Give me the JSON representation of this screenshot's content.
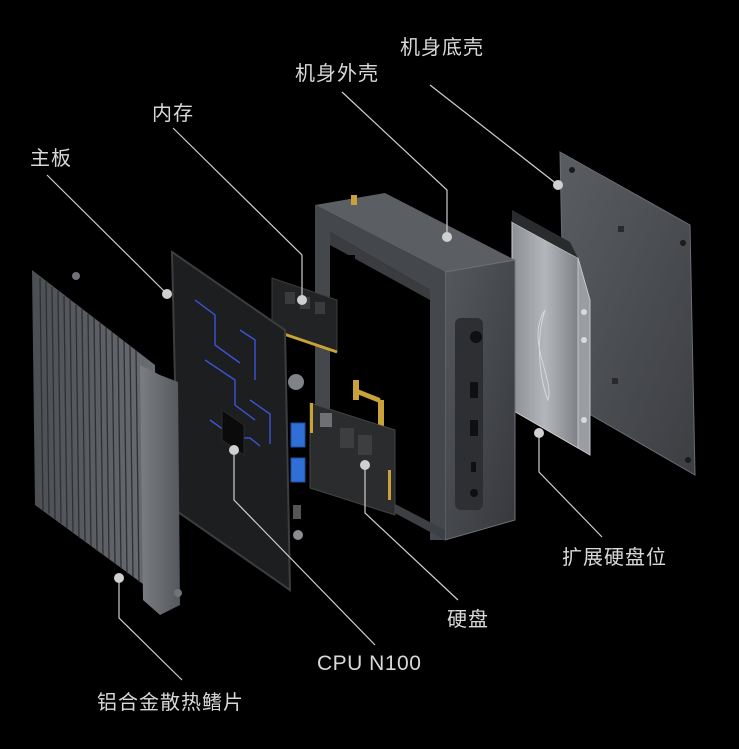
{
  "diagram": {
    "type": "exploded-view",
    "subject": "mini PC",
    "background_color": "#000000",
    "label_color": "#d9d9d9",
    "leader_line_color": "#cfcfcf",
    "accent_colors": {
      "usb_blue": "#2f6fd6",
      "pcb_trace_blue": "#3a55d8",
      "gold_contacts": "#c9a23a",
      "chassis_gray": "#4a4d52",
      "heatsink_gray": "#5c5f64",
      "hdd_silver": "#a7aaae",
      "cover_gray": "#505357"
    }
  },
  "labels": {
    "bottom_cover": "机身底壳",
    "outer_shell": "机身外壳",
    "memory": "内存",
    "motherboard": "主板",
    "expansion_drive_bay": "扩展硬盘位",
    "ssd": "硬盘",
    "cpu": "CPU N100",
    "heatsink": "铝合金散热鳍片"
  },
  "components": [
    {
      "id": "heatsink",
      "name": "Aluminum alloy heatsink fins",
      "label_key": "heatsink"
    },
    {
      "id": "motherboard",
      "name": "Motherboard",
      "label_key": "motherboard"
    },
    {
      "id": "cpu",
      "name": "CPU N100",
      "label_key": "cpu"
    },
    {
      "id": "memory",
      "name": "Memory module",
      "label_key": "memory"
    },
    {
      "id": "ssd",
      "name": "M.2 SSD",
      "label_key": "ssd"
    },
    {
      "id": "outer_shell",
      "name": "Chassis outer shell",
      "label_key": "outer_shell"
    },
    {
      "id": "expansion_drive_bay",
      "name": "2.5-inch expansion drive bay",
      "label_key": "expansion_drive_bay"
    },
    {
      "id": "bottom_cover",
      "name": "Chassis bottom cover",
      "label_key": "bottom_cover"
    }
  ]
}
